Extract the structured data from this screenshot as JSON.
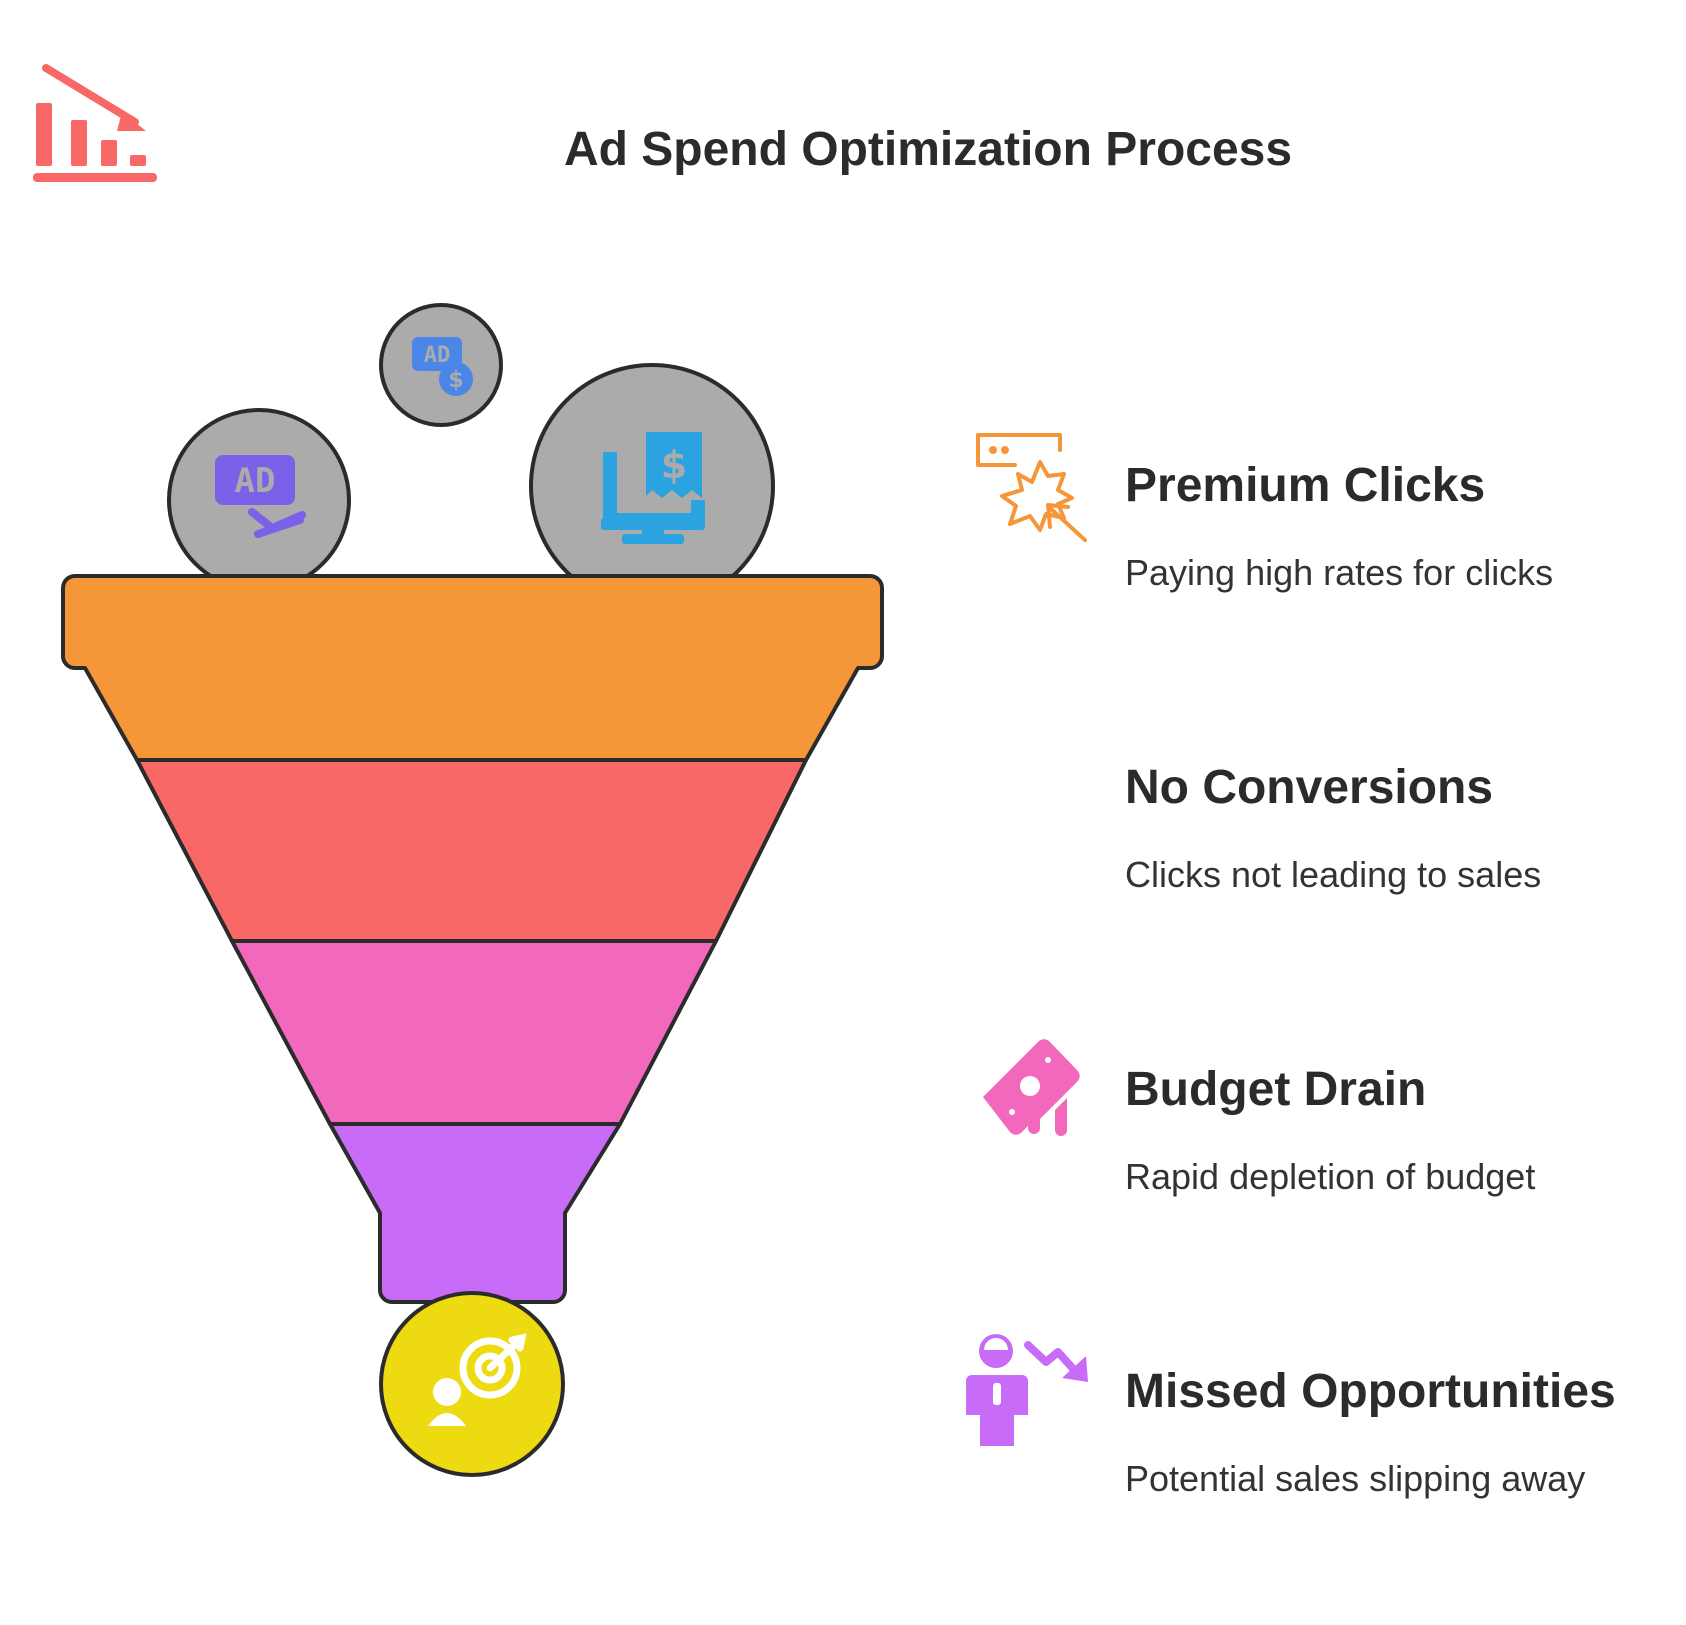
{
  "title": "Ad Spend Optimization Process",
  "stages": [
    {
      "title": "Premium Clicks",
      "description": "Paying high rates for clicks",
      "color": "#F59638",
      "icon": "cursor-click-burst-icon"
    },
    {
      "title": "No Conversions",
      "description": "Clicks not leading to sales",
      "color": "#F86866",
      "icon": ""
    },
    {
      "title": "Budget Drain",
      "description": "Rapid depletion of budget",
      "color": "#F268BC",
      "icon": "money-drain-icon"
    },
    {
      "title": "Missed Opportunities",
      "description": "Potential sales slipping away",
      "color": "#C86BF7",
      "icon": "person-trend-down-icon"
    }
  ],
  "inputs": [
    {
      "icon": "ad-hand-icon",
      "color": "#7B61E8"
    },
    {
      "icon": "ad-dollar-icon",
      "color": "#4A86E8"
    },
    {
      "icon": "monitor-invoice-icon",
      "color": "#2AA3E0"
    }
  ],
  "output": {
    "icon": "target-person-icon",
    "color": "#EEDA10"
  },
  "header_icon": {
    "icon": "chart-decline-icon",
    "color": "#F86866"
  }
}
